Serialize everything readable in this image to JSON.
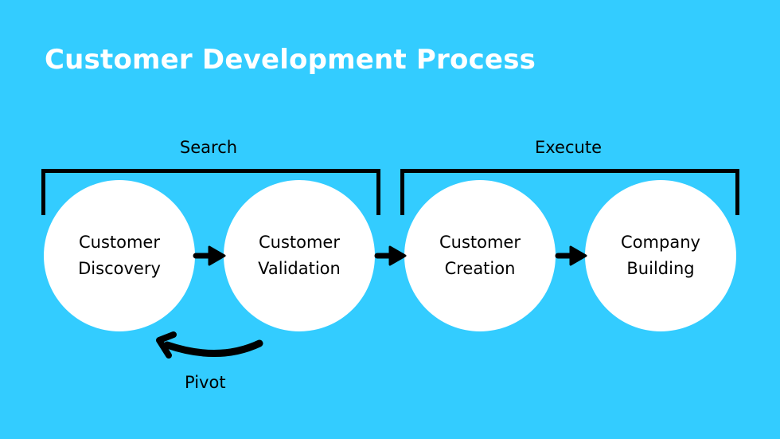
{
  "title": "Customer Development Process",
  "groups": [
    {
      "label": "Search"
    },
    {
      "label": "Execute"
    }
  ],
  "stages": [
    {
      "label": "Customer\nDiscovery"
    },
    {
      "label": "Customer\nValidation"
    },
    {
      "label": "Customer\nCreation"
    },
    {
      "label": "Company\nBuilding"
    }
  ],
  "pivot": {
    "label": "Pivot"
  },
  "colors": {
    "background": "#33ccff",
    "title": "#ffffff",
    "stage_fill": "#ffffff",
    "ink": "#000000"
  }
}
